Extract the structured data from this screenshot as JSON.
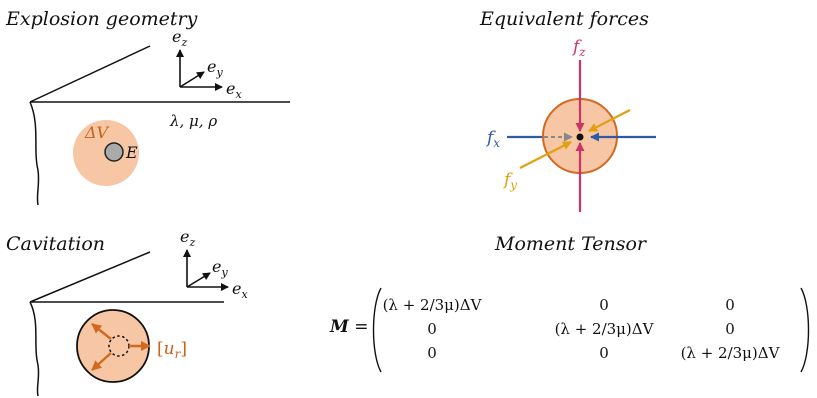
{
  "panels": {
    "explosion": {
      "title": "Explosion geometry",
      "axis_z": "e",
      "axis_z_sub": "z",
      "axis_y": "e",
      "axis_y_sub": "y",
      "axis_x": "e",
      "axis_x_sub": "x",
      "material_label": "λ, μ, ρ",
      "volume_label": "ΔV",
      "source_label": "E"
    },
    "forces": {
      "title": "Equivalent forces",
      "fz": "f",
      "fz_sub": "z",
      "fx": "f",
      "fx_sub": "x",
      "fy": "f",
      "fy_sub": "y"
    },
    "cavitation": {
      "title": "Cavitation",
      "axis_z": "e",
      "axis_z_sub": "z",
      "axis_y": "e",
      "axis_y_sub": "y",
      "axis_x": "e",
      "axis_x_sub": "x",
      "disp_label_open": "[",
      "disp_label_u": "u",
      "disp_label_sub": "r",
      "disp_label_close": "]"
    },
    "moment_tensor": {
      "title": "Moment Tensor",
      "lhs_symbol": "M",
      "equals": "=",
      "rows": [
        [
          "(λ + 2/3μ)ΔV",
          "0",
          "0"
        ],
        [
          "0",
          "(λ + 2/3μ)ΔV",
          "0"
        ],
        [
          "0",
          "0",
          "(λ + 2/3μ)ΔV"
        ]
      ]
    }
  },
  "colors": {
    "sphere_fill": "#f7c6a5",
    "sphere_stroke": "#d2691e",
    "source_fill": "#aaaaaa",
    "fz": "#cc3366",
    "fx": "#2e5aa8",
    "fy": "#e0a010",
    "disp_arrow": "#d2691e",
    "label_orange": "#c8621a"
  }
}
